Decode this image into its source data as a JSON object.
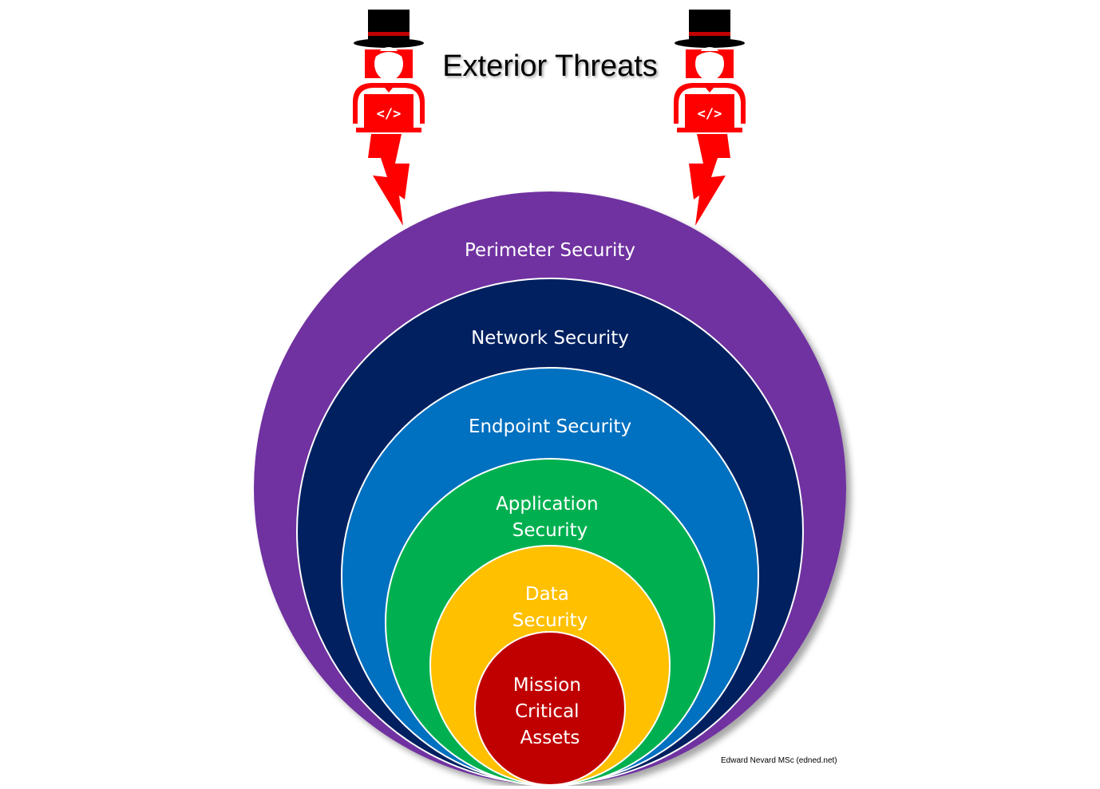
{
  "title": "Exterior Threats",
  "credit": "Edward Nevard MSc (edned.net)",
  "hacker_icon": "hacker-with-laptop-icon",
  "laptop_glyph": "</>",
  "colors": {
    "hacker_red": "#ff0000",
    "hat_black": "#000000",
    "perimeter": "#7030a0",
    "network": "#002060",
    "endpoint": "#0070c0",
    "application": "#00b050",
    "data": "#ffc000",
    "core": "#c00000"
  },
  "layers": [
    {
      "id": "perimeter",
      "lines": [
        "Perimeter Security"
      ]
    },
    {
      "id": "network",
      "lines": [
        "Network Security"
      ]
    },
    {
      "id": "endpoint",
      "lines": [
        "Endpoint Security"
      ]
    },
    {
      "id": "application",
      "lines": [
        "Application",
        "Security"
      ]
    },
    {
      "id": "data",
      "lines": [
        "Data",
        "Security"
      ]
    },
    {
      "id": "core",
      "lines": [
        "Mission",
        "Critical",
        "Assets"
      ]
    }
  ]
}
